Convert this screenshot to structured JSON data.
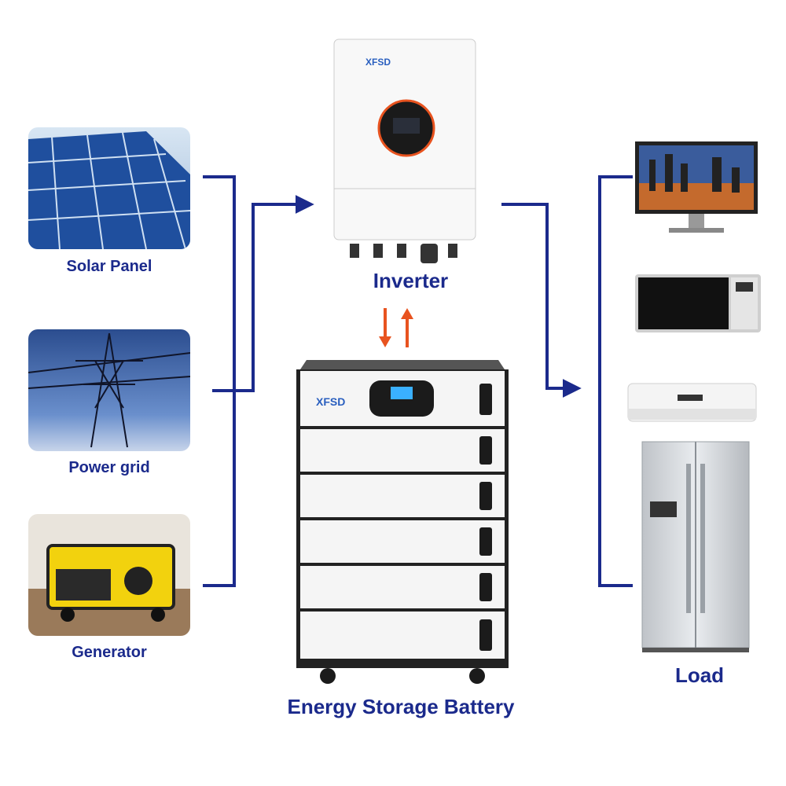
{
  "sources": [
    {
      "id": "solar",
      "label": "Solar Panel"
    },
    {
      "id": "grid",
      "label": "Power grid"
    },
    {
      "id": "generator",
      "label": "Generator"
    }
  ],
  "inverter": {
    "label": "Inverter",
    "brand": "XFSD"
  },
  "battery": {
    "label": "Energy Storage Battery",
    "brand": "XFSD"
  },
  "load": {
    "label": "Load"
  },
  "appliances": [
    "monitor",
    "microwave",
    "air-conditioner",
    "refrigerator"
  ],
  "colors": {
    "line": "#1b2a8c",
    "text": "#1b2a8c",
    "arrow_orange": "#e8531f",
    "sky": "#4a6fb0",
    "panel": "#1e4fa0",
    "generator": "#f2d20e"
  }
}
